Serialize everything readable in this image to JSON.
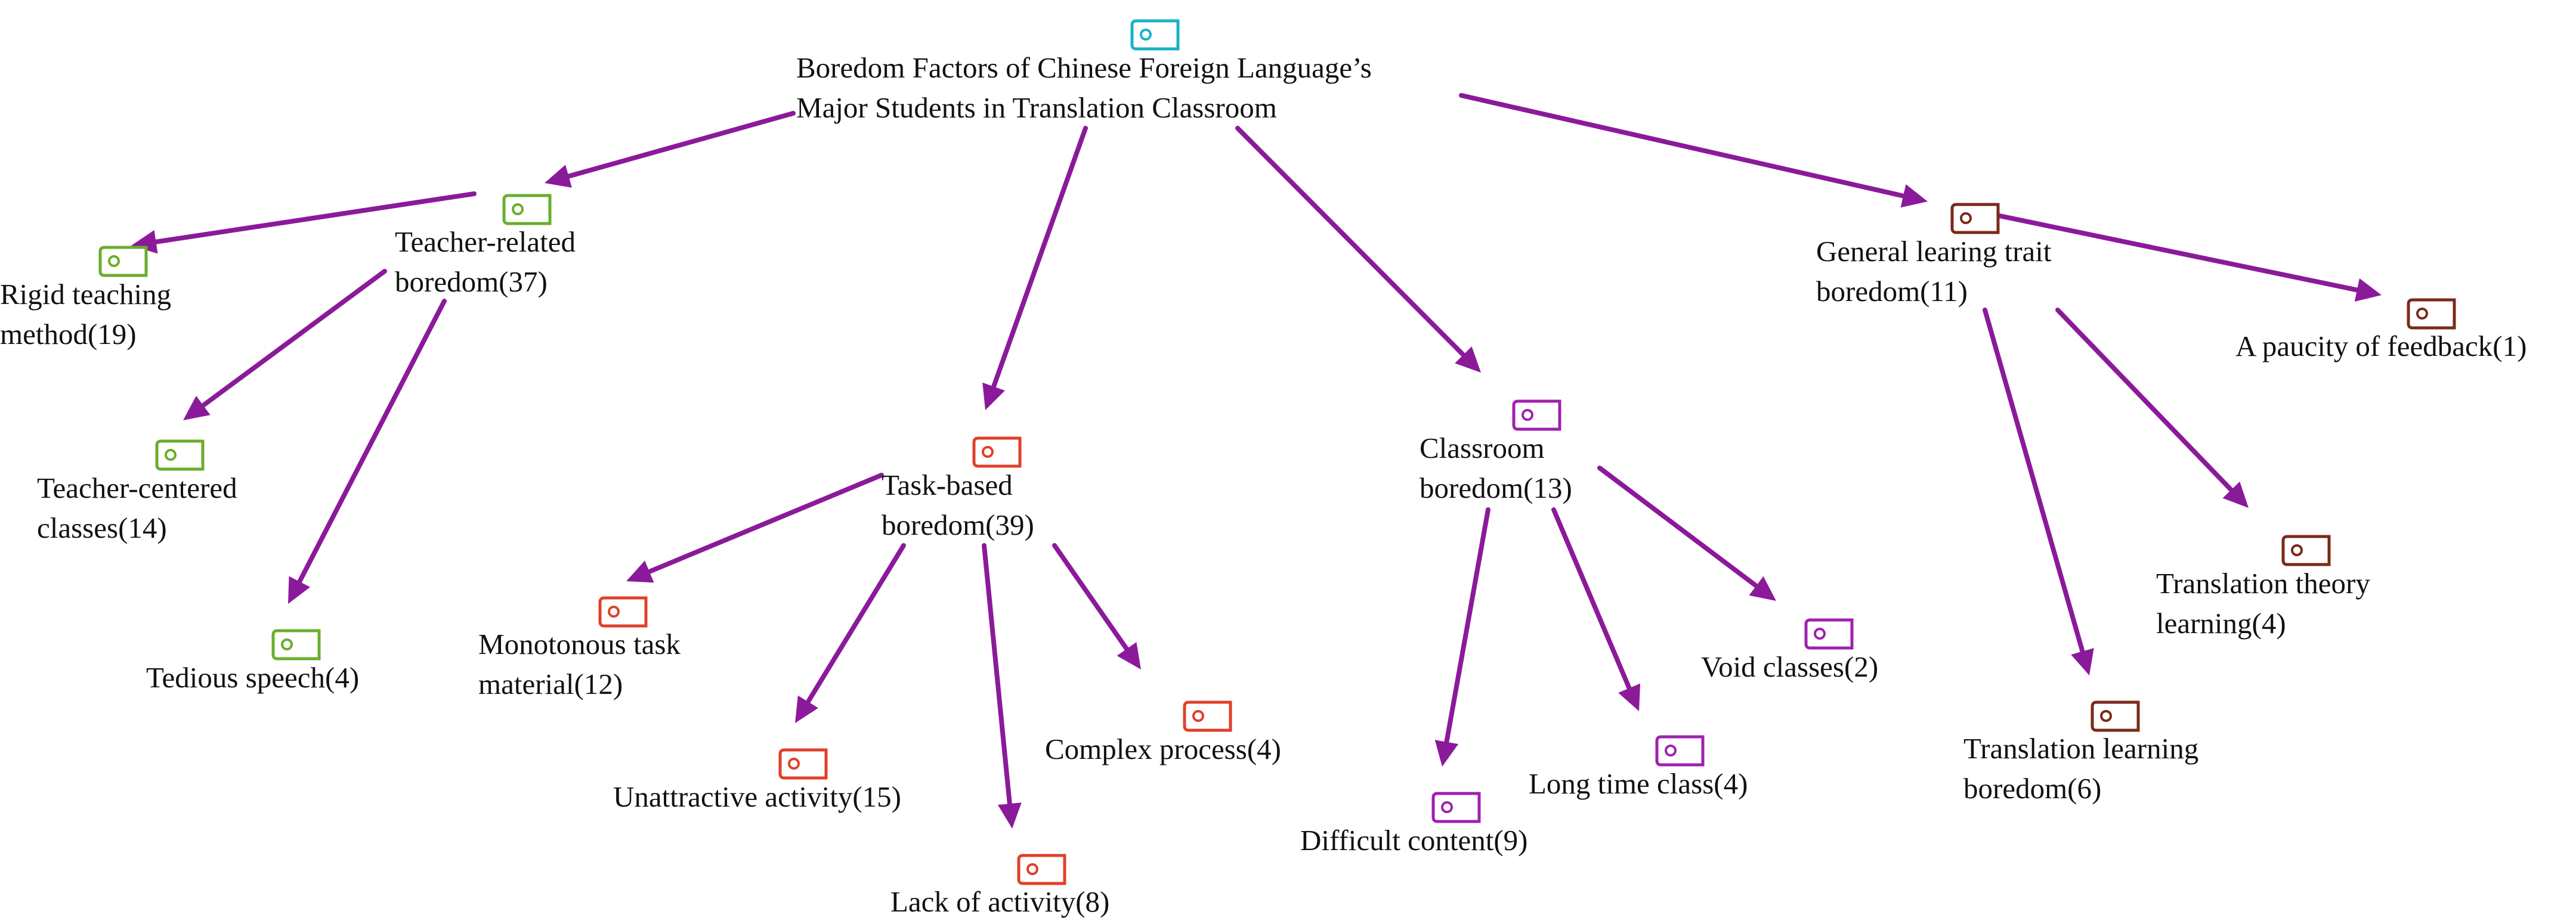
{
  "colors": {
    "arrow": "#8B1A9A",
    "root": "#19B3C7",
    "teacher": "#6AAE2A",
    "task": "#E0402A",
    "classroom": "#A020B0",
    "general": "#7A2A1A"
  },
  "icons": {
    "node": "tag-icon"
  },
  "nodes": {
    "root": {
      "lines": [
        "Boredom Factors of Chinese Foreign Language’s",
        "Major Students in Translation Classroom"
      ],
      "group": "root"
    },
    "teacher": {
      "lines": [
        "Teacher-related",
        "boredom(37)"
      ],
      "group": "teacher"
    },
    "rigid": {
      "lines": [
        "Rigid teaching",
        "method(19)"
      ],
      "group": "teacher"
    },
    "centered": {
      "lines": [
        "Teacher-centered",
        "classes(14)"
      ],
      "group": "teacher"
    },
    "tedious": {
      "lines": [
        "Tedious speech(4)"
      ],
      "group": "teacher"
    },
    "task": {
      "lines": [
        "Task-based",
        "boredom(39)"
      ],
      "group": "task"
    },
    "monotonous": {
      "lines": [
        "Monotonous task",
        "material(12)"
      ],
      "group": "task"
    },
    "unattract": {
      "lines": [
        "Unattractive activity(15)"
      ],
      "group": "task"
    },
    "lack": {
      "lines": [
        "Lack of activity(8)"
      ],
      "group": "task"
    },
    "complex": {
      "lines": [
        "Complex process(4)"
      ],
      "group": "task"
    },
    "classroom": {
      "lines": [
        "Classroom",
        "boredom(13)"
      ],
      "group": "classroom"
    },
    "difficult": {
      "lines": [
        "Difficult content(9)"
      ],
      "group": "classroom"
    },
    "longtime": {
      "lines": [
        "Long time class(4)"
      ],
      "group": "classroom"
    },
    "void": {
      "lines": [
        "Void classes(2)"
      ],
      "group": "classroom"
    },
    "general": {
      "lines": [
        "General learing trait",
        "boredom(11)"
      ],
      "group": "general"
    },
    "paucity": {
      "lines": [
        "A paucity of feedback(1)"
      ],
      "group": "general"
    },
    "theory": {
      "lines": [
        "Translation theory",
        "learning(4)"
      ],
      "group": "general"
    },
    "transl": {
      "lines": [
        "Translation learning",
        "boredom(6)"
      ],
      "group": "general"
    }
  },
  "edges": [
    [
      "root",
      "teacher"
    ],
    [
      "root",
      "task"
    ],
    [
      "root",
      "classroom"
    ],
    [
      "root",
      "general"
    ],
    [
      "teacher",
      "rigid"
    ],
    [
      "teacher",
      "centered"
    ],
    [
      "teacher",
      "tedious"
    ],
    [
      "task",
      "monotonous"
    ],
    [
      "task",
      "unattract"
    ],
    [
      "task",
      "lack"
    ],
    [
      "task",
      "complex"
    ],
    [
      "classroom",
      "difficult"
    ],
    [
      "classroom",
      "longtime"
    ],
    [
      "classroom",
      "void"
    ],
    [
      "general",
      "paucity"
    ],
    [
      "general",
      "theory"
    ],
    [
      "general",
      "transl"
    ]
  ]
}
